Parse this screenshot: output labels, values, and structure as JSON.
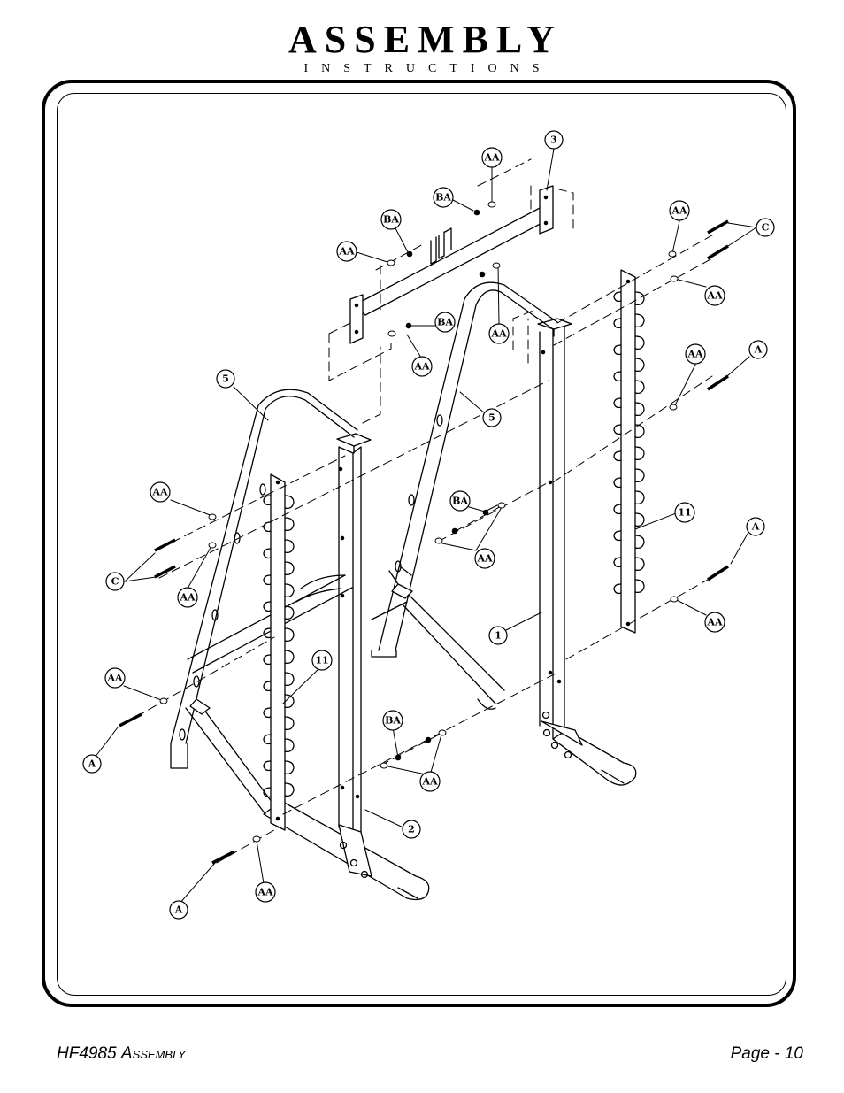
{
  "header": {
    "title": "ASSEMBLY",
    "subtitle": "INSTRUCTIONS"
  },
  "footer": {
    "model": "HF4985",
    "section": "Assembly",
    "page": "Page - 10"
  },
  "callouts": {
    "part_3": "3",
    "part_5_left": "5",
    "part_5_right": "5",
    "part_11_left": "11",
    "part_11_right": "11",
    "part_1": "1",
    "part_2": "2",
    "aa_top": "AA",
    "ba_top": "BA",
    "ba_left_top": "BA",
    "aa_left_top": "AA",
    "ba_mid_top": "BA",
    "aa_mid_top": "AA",
    "aa_crossbar": "AA",
    "aa_right_top": "AA",
    "c_right": "C",
    "aa_right_2": "AA",
    "aa_right_3": "AA",
    "a_right_1": "A",
    "ba_center": "BA",
    "aa_center": "AA",
    "a_right_2": "A",
    "aa_right_bottom": "AA",
    "aa_left_1": "AA",
    "c_left": "C",
    "aa_left_2": "AA",
    "aa_left_3": "AA",
    "a_left_1": "A",
    "ba_lower": "BA",
    "aa_lower": "AA",
    "aa_bottom": "AA",
    "a_bottom": "A"
  }
}
